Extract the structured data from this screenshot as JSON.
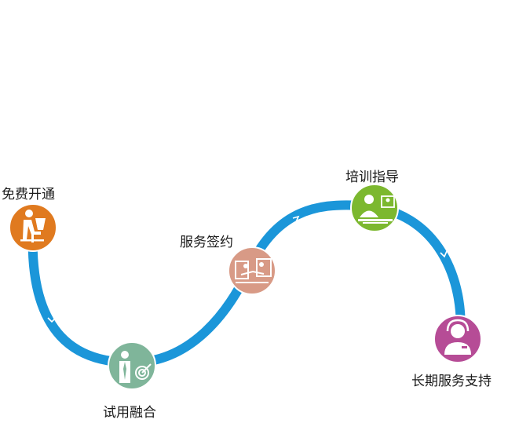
{
  "steps": [
    {
      "label": "免费开通",
      "icon": "person-at-laptop-icon",
      "color": "#E07A1F"
    },
    {
      "label": "试用融合",
      "icon": "person-target-icon",
      "color": "#7FB59A"
    },
    {
      "label": "服务签约",
      "icon": "contract-sign-icon",
      "color": "#D89A86"
    },
    {
      "label": "培训指导",
      "icon": "training-icon",
      "color": "#7CB82F"
    },
    {
      "label": "长期服务支持",
      "icon": "support-agent-icon",
      "color": "#B64C96"
    }
  ],
  "path_color": "#1B96D9"
}
